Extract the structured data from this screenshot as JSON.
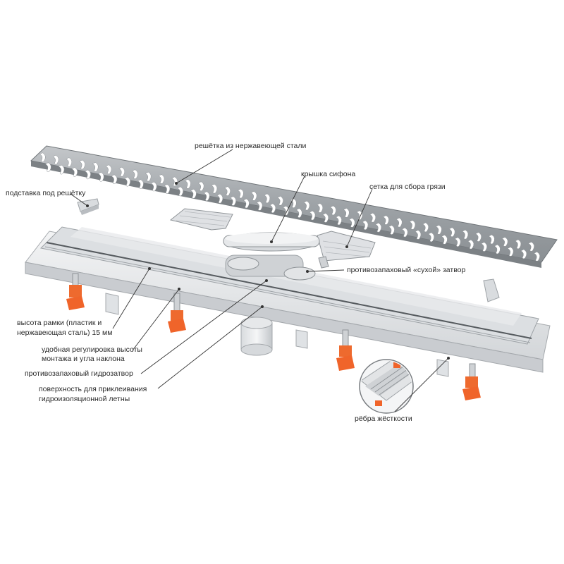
{
  "labels": {
    "grate": "решётка из нержавеющей стали",
    "stand": "подставка под решётку",
    "siphon_cover": "крышка сифона",
    "dirt_mesh": "сетка для сбора грязи",
    "dry_trap": "противозапаховый «сухой» затвор",
    "frame_height_1": "высота рамки (пластик и",
    "frame_height_2": "нержавеющая сталь) 15 мм",
    "adjust_1": "удобная регулировка высоты",
    "adjust_2": "монтажа и угла наклона",
    "water_trap": "противозапаховый гидрозатвор",
    "surface_1": "поверхность для приклеивания",
    "surface_2": "гидроизоляционной летны",
    "ribs": "рёбра жёсткости"
  },
  "colors": {
    "steel": "#a9adb1",
    "steel_dark": "#7d8286",
    "plastic": "#e9ebed",
    "plastic_shade": "#c9ccd0",
    "feet": "#f0642a",
    "leader": "#333333"
  }
}
